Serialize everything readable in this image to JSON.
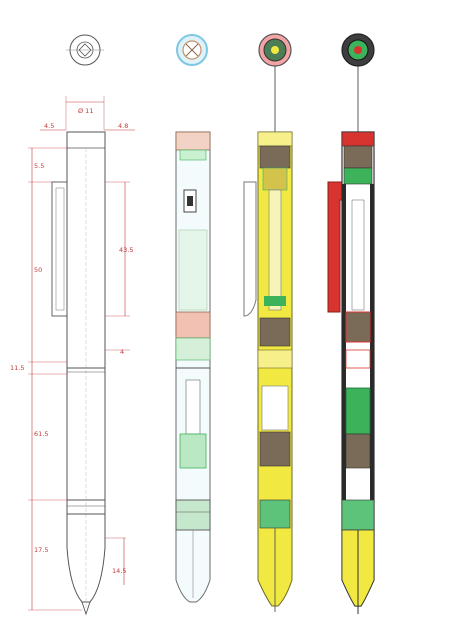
{
  "drawing": {
    "views": [
      {
        "id": "technical",
        "style": "outline"
      },
      {
        "id": "xray",
        "style": "translucent-colored"
      },
      {
        "id": "yellow-body",
        "style": "yellow"
      },
      {
        "id": "red-section",
        "style": "red-section"
      }
    ],
    "dimensions": {
      "top_cap_width": "Ø 11",
      "clip_offset_left": "4.5",
      "clip_offset_right": "4.8",
      "upper_step": "5.5",
      "clip_length": "43.5",
      "barrel_upper": "50",
      "ring_gap": "4",
      "middle_joint": "11.5",
      "barrel_lower": "61.5",
      "tip_section": "17.5",
      "tip_length": "14.5"
    },
    "colors": {
      "outline": "#4a4a4a",
      "dimension": "#c23b3b",
      "yellow": "#f1e842",
      "red": "#d8342f",
      "green": "#3cb35a",
      "cyan": "#7ec8e3",
      "brown": "#8a6a4a"
    }
  }
}
